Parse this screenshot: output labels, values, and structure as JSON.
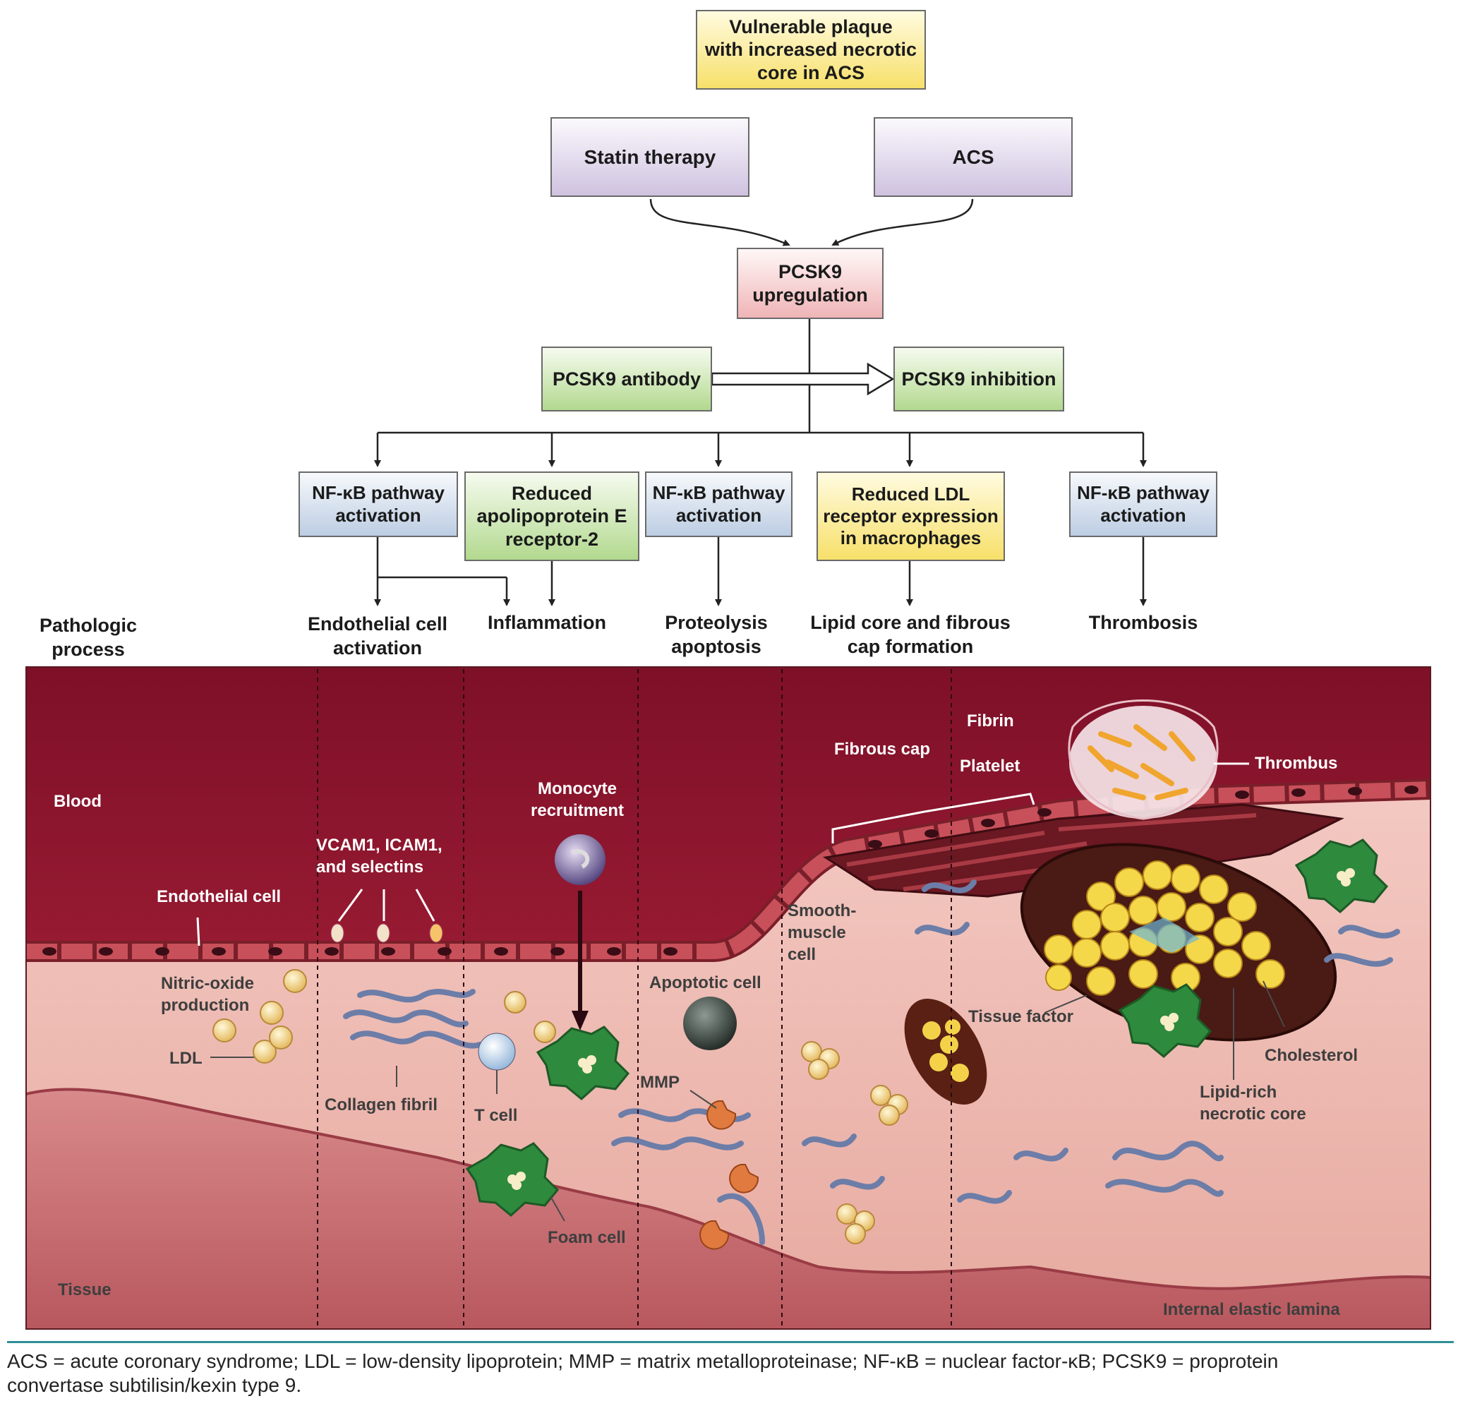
{
  "flowchart": {
    "vulnerable_plaque": "Vulnerable plaque\nwith increased necrotic\ncore in ACS",
    "statin_therapy": "Statin therapy",
    "acs": "ACS",
    "pcsk9_upregulation": "PCSK9\nupregulation",
    "pcsk9_antibody": "PCSK9 antibody",
    "pcsk9_inhibition": "PCSK9 inhibition",
    "effects": [
      "NF-κB pathway\nactivation",
      "Reduced\napolipoprotein E\nreceptor-2",
      "NF-κB pathway\nactivation",
      "Reduced LDL\nreceptor expression\nin macrophages",
      "NF-κB pathway\nactivation"
    ]
  },
  "process_labels": {
    "header": "Pathologic\nprocess",
    "items": [
      "Endothelial cell\nactivation",
      "Inflammation",
      "Proteolysis\napoptosis",
      "Lipid core and fibrous\ncap formation",
      "Thrombosis"
    ]
  },
  "illustration_labels": {
    "blood": "Blood",
    "endothelial_cell": "Endothelial cell",
    "vcam": "VCAM1, ICAM1,\nand selectins",
    "monocyte": "Monocyte\nrecruitment",
    "fibrous_cap": "Fibrous cap",
    "fibrin": "Fibrin",
    "platelet": "Platelet",
    "thrombus": "Thrombus",
    "nitric_oxide": "Nitric-oxide\nproduction",
    "ldl": "LDL",
    "collagen_fibril": "Collagen fibril",
    "t_cell": "T cell",
    "foam_cell": "Foam cell",
    "apoptotic_cell": "Apoptotic cell",
    "mmp": "MMP",
    "smooth_muscle_cell": "Smooth-\nmuscle\ncell",
    "tissue_factor": "Tissue factor",
    "cholesterol": "Cholesterol",
    "lipid_core": "Lipid-rich\nnecrotic core",
    "tissue": "Tissue",
    "internal_elastic_lamina": "Internal elastic lamina"
  },
  "footnote": "ACS = acute coronary syndrome; LDL = low-density lipoprotein; MMP = matrix metalloproteinase; NF-κB = nuclear factor-κB; PCSK9 = proprotein\nconvertase subtilisin/kexin type 9."
}
